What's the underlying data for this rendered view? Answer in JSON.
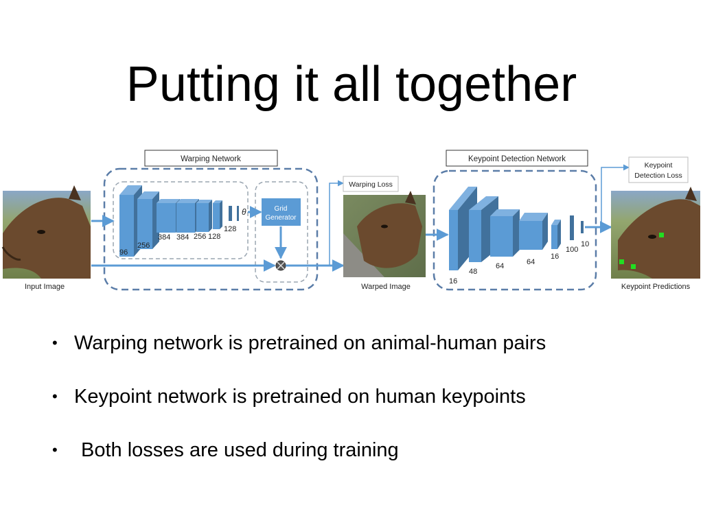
{
  "slide": {
    "title": "Putting it all together"
  },
  "diagram": {
    "warping_network_label": "Warping Network",
    "keypoint_network_label": "Keypoint Detection Network",
    "warping_loss_label": "Warping Loss",
    "keypoint_loss_label_line1": "Keypoint",
    "keypoint_loss_label_line2": "Detection Loss",
    "grid_generator_line1": "Grid",
    "grid_generator_line2": "Generator",
    "theta_label": "θ",
    "input_image_label": "Input Image",
    "warped_image_label": "Warped Image",
    "keypoint_predictions_label": "Keypoint Predictions",
    "warp_layer_sizes": [
      "96",
      "256",
      "384",
      "384",
      "256",
      "128",
      "128"
    ],
    "keypoint_layer_sizes": [
      "16",
      "48",
      "64",
      "64",
      "16",
      "100",
      "10"
    ],
    "colors": {
      "layer_fill": "#5b9bd5",
      "layer_edge": "#41719c",
      "dash_border": "#5b7da8",
      "arrow": "#5b9bd5",
      "keypoint_marker": "#22dd22"
    }
  },
  "bullets": [
    "Warping network is pretrained on animal-human pairs",
    "Keypoint network is pretrained on human keypoints",
    "Both losses are used during training"
  ]
}
